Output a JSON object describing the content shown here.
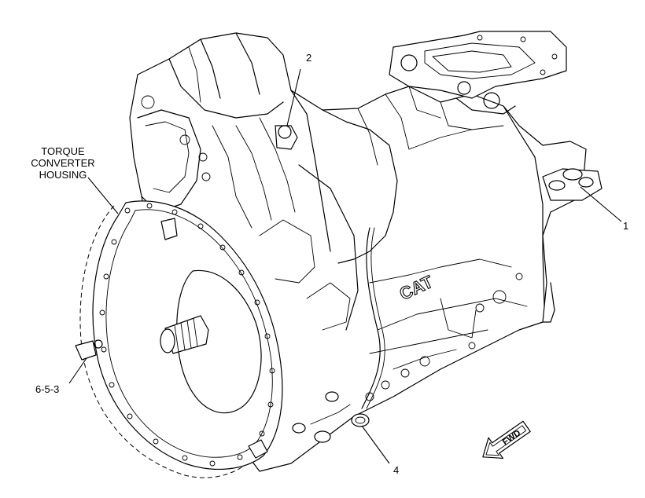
{
  "callouts": {
    "c1": "1",
    "c2": "2",
    "c4": "4",
    "c653": "6-5-3"
  },
  "housing_label": {
    "line1": "TORQUE",
    "line2": "CONVERTER",
    "line3": "HOUSING"
  },
  "brand": "CAT",
  "direction_arrow": "FWD"
}
